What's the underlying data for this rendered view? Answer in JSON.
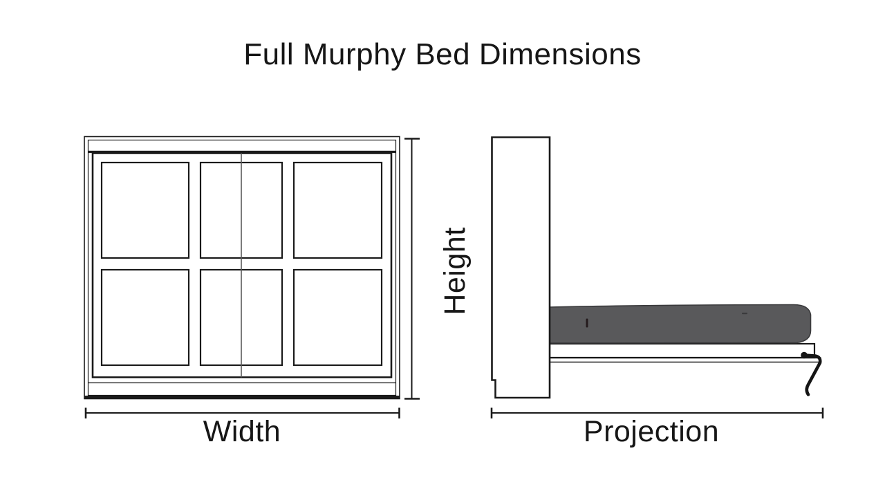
{
  "title": "Full Murphy Bed Dimensions",
  "front_view": {
    "width_label": "Width",
    "height_label": "Height",
    "panel_rows": 2,
    "panel_columns": 3
  },
  "side_view": {
    "projection_label": "Projection"
  },
  "colors": {
    "background": "#ffffff",
    "line": "#1a1a1a",
    "text": "#161616",
    "mattress_fill": "#59595b",
    "mattress_outline": "#3a3a3c"
  }
}
